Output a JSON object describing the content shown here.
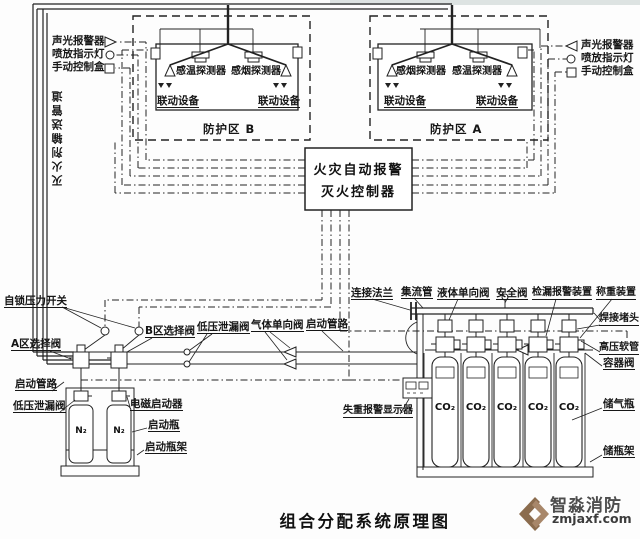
{
  "title": "组合分配系统原理图",
  "watermark": {
    "brand": "智淼消防",
    "domain": "zmjaxf.com",
    "logo_color": "#8b6c4e",
    "logo_color2": "#a8876a"
  },
  "controller": {
    "line1": "火灾自动报警",
    "line2": "灭火控制器"
  },
  "pipe_label": "灭火剂输送管道",
  "zone_b": {
    "name": "防护区 B",
    "detector_left": "感温探测器",
    "detector_right": "感烟探测器",
    "linkage_left": "联动设备",
    "linkage_right": "联动设备"
  },
  "zone_a": {
    "name": "防护区 A",
    "detector_left": "感烟探测器",
    "detector_right": "感温探测器",
    "linkage_left": "联动设备",
    "linkage_right": "联动设备"
  },
  "side_left": {
    "alarm": "声光报警器",
    "lamp": "喷放指示灯",
    "manual": "手动控制盒"
  },
  "side_right": {
    "alarm": "声光报警器",
    "lamp": "喷放指示灯",
    "manual": "手动控制盒"
  },
  "callouts": {
    "self_lock": "自锁压力开关",
    "zone_a_selector": "A区选择阀",
    "start_pipe_left": "启动管路",
    "low_leak_left": "低压泄漏阀",
    "zone_b_selector": "B区选择阀",
    "low_leak_mid": "低压泄漏阀",
    "gas_check": "气体单向阀",
    "start_pipe_mid": "启动管路",
    "flange": "连接法兰",
    "manifold": "集流管",
    "liquid_check": "液体单向阀",
    "safety_valve": "安全阀",
    "leak_alarm": "检漏报警装置",
    "weighing": "称重装置",
    "weld_plug": "焊接堵头",
    "hp_hose": "高压软管",
    "container_valve": "容器阀",
    "gas_cylinder": "储气瓶",
    "cylinder_rack": "储瓶架",
    "solenoid_starter": "电磁启动器",
    "starter_bottle": "启动瓶",
    "starter_rack": "启动瓶架",
    "weight_alarm_display": "失重报警显示器"
  },
  "tanks": {
    "n2": "N₂",
    "co2": "CO₂"
  }
}
